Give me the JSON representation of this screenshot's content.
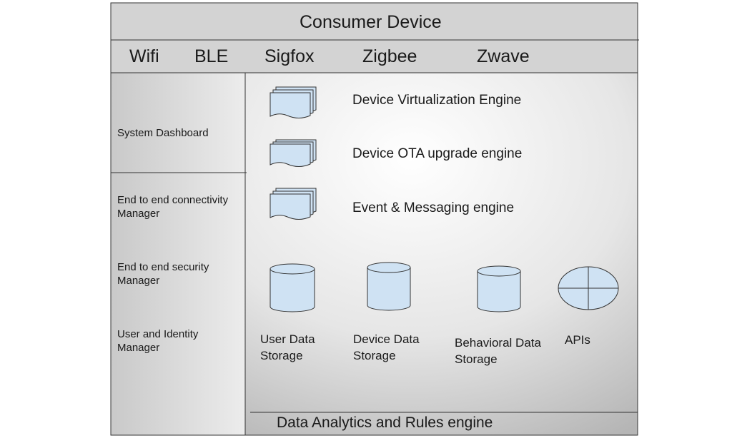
{
  "title": "Consumer Device",
  "protocols": [
    "Wifi",
    "BLE",
    "Sigfox",
    "Zigbee",
    "Zwave"
  ],
  "sidebar": {
    "items": [
      "System Dashboard",
      "End to end connectivity\nManager",
      "End to end security\nManager",
      "User and Identity\nManager"
    ]
  },
  "engines": [
    "Device Virtualization Engine",
    "Device OTA upgrade engine",
    "Event & Messaging engine"
  ],
  "storage": [
    "User Data\nStorage",
    "Device Data\nStorage",
    "Behavioral Data\nStorage",
    "APIs"
  ],
  "bottom_label": "Data Analytics and Rules engine",
  "colors": {
    "panel_center": "#ffffff",
    "panel_edge": "#b8b8b8",
    "header_fill": "#d3d3d3",
    "shape_fill": "#cfe2f3",
    "line": "#333333"
  },
  "icons": {
    "engine": "document-stack-icon",
    "storage": "cylinder-database-icon",
    "api": "ellipse-cross-icon"
  }
}
